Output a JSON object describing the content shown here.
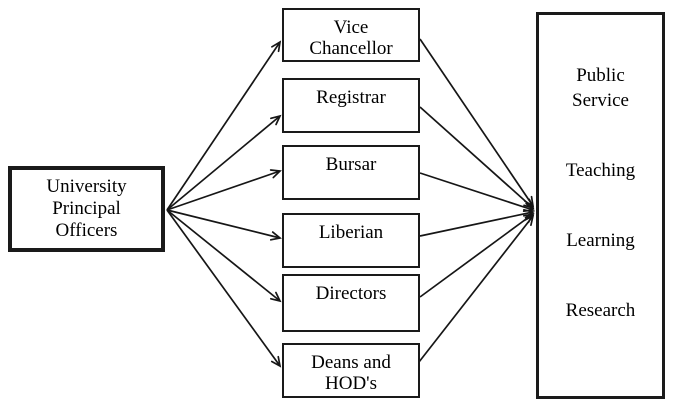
{
  "diagram": {
    "left_box": {
      "label": "University\nPrincipal\nOfficers"
    },
    "middle_boxes": [
      {
        "label": "Vice\nChancellor"
      },
      {
        "label": "Registrar"
      },
      {
        "label": "Bursar"
      },
      {
        "label": "Liberian"
      },
      {
        "label": "Directors"
      },
      {
        "label": "Deans and\nHOD's"
      }
    ],
    "right_box": {
      "items": [
        {
          "label": "Public\nService"
        },
        {
          "label": "Teaching"
        },
        {
          "label": "Learning"
        },
        {
          "label": "Research"
        }
      ]
    },
    "colors": {
      "line": "#161616",
      "border": "#1a1a1a",
      "background": "#ffffff",
      "text": "#000000"
    }
  }
}
